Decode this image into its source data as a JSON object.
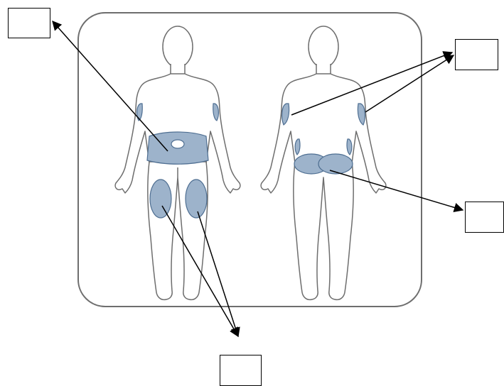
{
  "diagram": {
    "views": [
      "front",
      "back"
    ],
    "injection_sites": [
      "abdomen",
      "upper-arms",
      "thighs",
      "buttocks",
      "lower-back"
    ],
    "colors": {
      "site_fill": "#9db3cb",
      "site_stroke": "#4f6f92",
      "outline": "#6e6e6e",
      "frame": "#6e6e6e",
      "arrow": "#000000"
    },
    "labels": {
      "top_left": "",
      "top_right": "",
      "middle_right": "",
      "bottom_center": ""
    }
  }
}
